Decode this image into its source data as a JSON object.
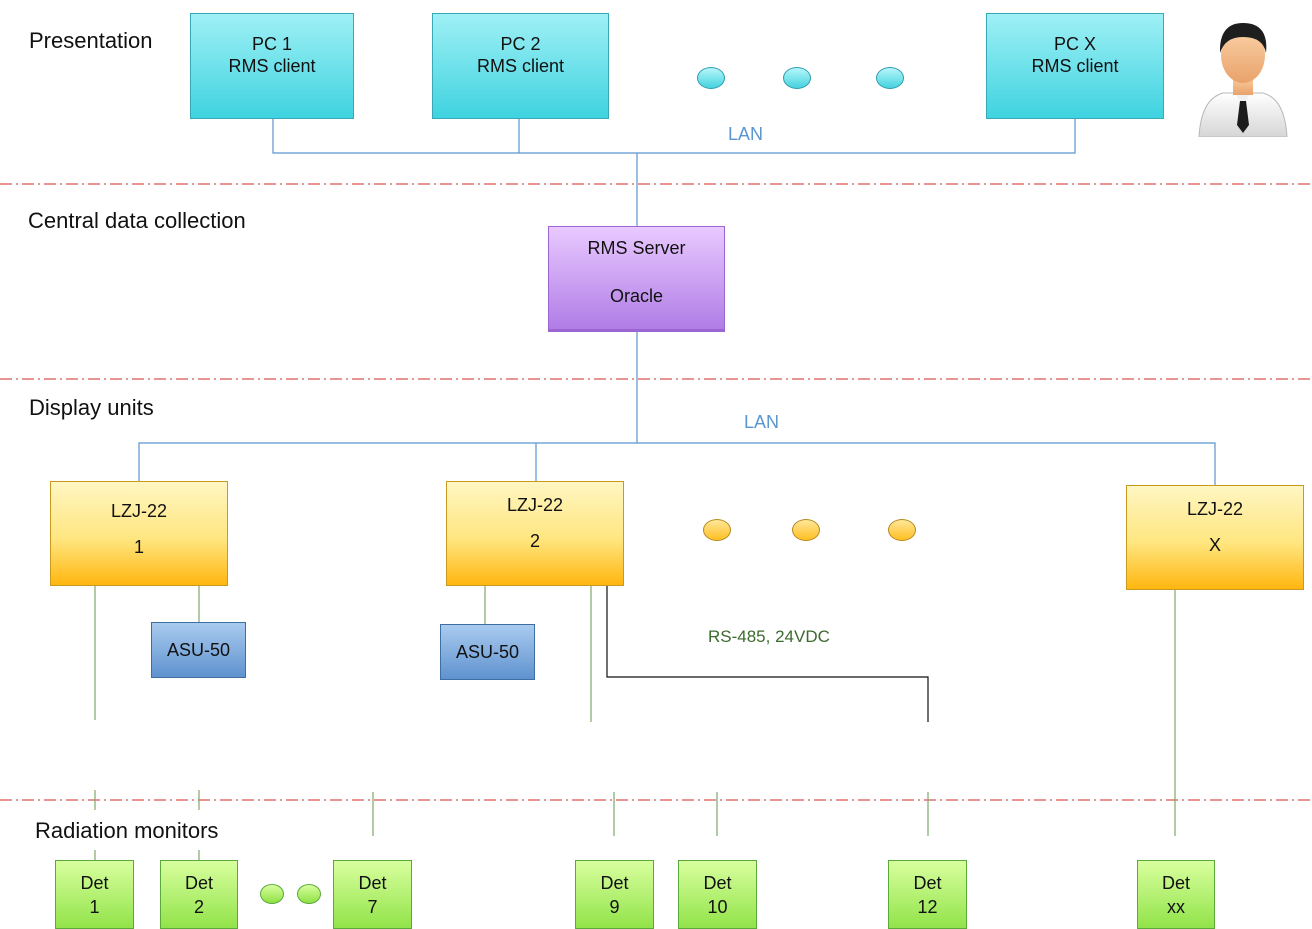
{
  "layers": {
    "presentation": "Presentation",
    "central": "Central data collection",
    "display": "Display units",
    "radiation": "Radiation monitors"
  },
  "pcs": [
    {
      "line1": "PC 1",
      "line2": "RMS client"
    },
    {
      "line1": "PC 2",
      "line2": "RMS client"
    },
    {
      "line1": "PC X",
      "line2": "RMS client"
    }
  ],
  "lan_labels": {
    "top": "LAN",
    "middle": "LAN"
  },
  "server": {
    "line1": "RMS Server",
    "line2": "Oracle"
  },
  "display_units": [
    {
      "line1": "LZJ-22",
      "line2": "1"
    },
    {
      "line1": "LZJ-22",
      "line2": "2"
    },
    {
      "line1": "LZJ-22",
      "line2": "X"
    }
  ],
  "asu_label": "ASU-50",
  "bus_label": "RS-485, 24VDC",
  "detectors": [
    {
      "line1": "Det",
      "line2": "1"
    },
    {
      "line1": "Det",
      "line2": "2"
    },
    {
      "line1": "Det",
      "line2": "7"
    },
    {
      "line1": "Det",
      "line2": "9"
    },
    {
      "line1": "Det",
      "line2": "10"
    },
    {
      "line1": "Det",
      "line2": "12"
    },
    {
      "line1": "Det",
      "line2": "xx"
    }
  ],
  "colors": {
    "separator": "#d9534f",
    "lan_line": "#5a95d0",
    "field_line": "#7ea86a"
  },
  "icons": {
    "user": "user-icon"
  }
}
